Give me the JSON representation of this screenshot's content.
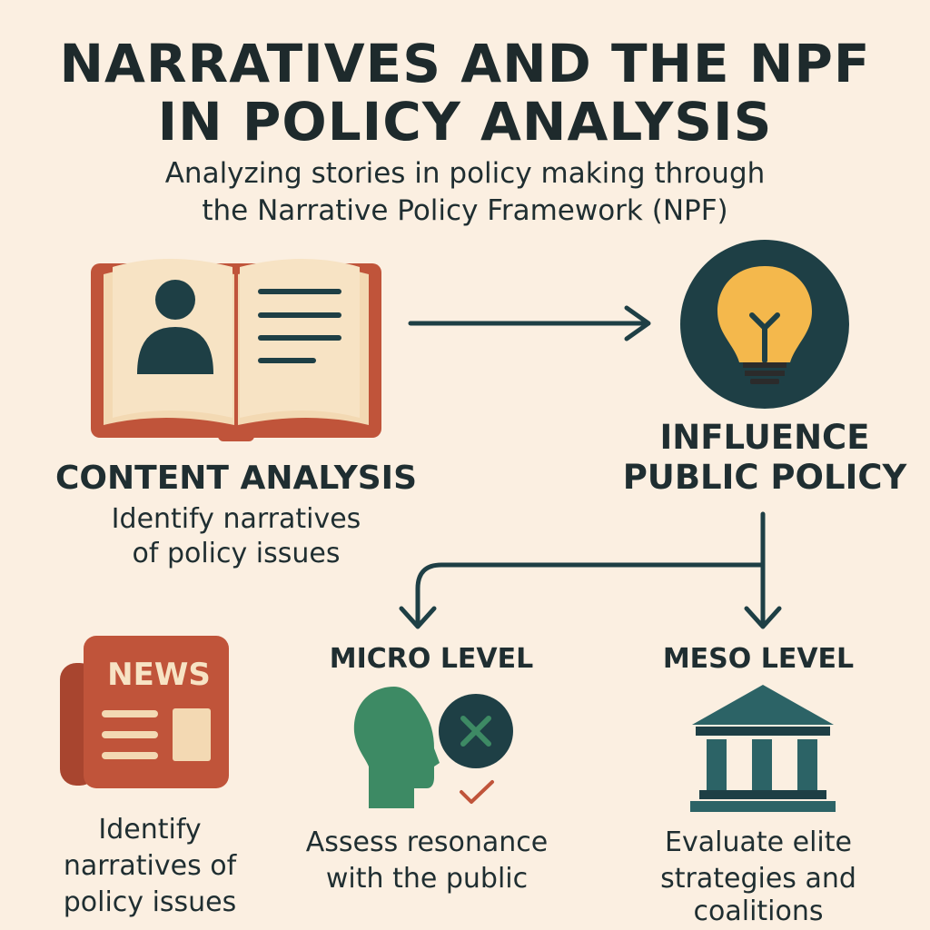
{
  "header": {
    "title_line1": "NARRATIVES AND THE NPF",
    "title_line2": "IN POLICY ANALYSIS",
    "subtitle_line1": "Analyzing stories in policy making through",
    "subtitle_line2": "the Narrative Policy Framework (NPF)"
  },
  "content_analysis": {
    "heading": "CONTENT ANALYSIS",
    "desc_line1": "Identify narratives",
    "desc_line2": "of policy issues",
    "icon": "open-book-icon"
  },
  "influence": {
    "heading_line1": "INFLUENCE",
    "heading_line2": "PUBLIC POLICY",
    "icon": "lightbulb-icon"
  },
  "news": {
    "badge": "NEWS",
    "desc_line1": "Identify",
    "desc_line2": "narratives of",
    "desc_line3": "policy issues",
    "icon": "newspaper-icon"
  },
  "micro": {
    "heading": "MICRO LEVEL",
    "desc_line1": "Assess resonance",
    "desc_line2": "with the public",
    "icon": "head-icon"
  },
  "meso": {
    "heading": "MESO LEVEL",
    "desc_line1": "Evaluate elite",
    "desc_line2": "strategies and",
    "desc_line3": "coalitions",
    "icon": "institution-building-icon"
  },
  "colors": {
    "background": "#fbefe1",
    "dark_teal": "#1e3f45",
    "rust": "#c0543a",
    "cream": "#f3d9b3",
    "bulb_yellow": "#f4b84c",
    "green": "#3d8a64",
    "teal": "#2c6366"
  }
}
